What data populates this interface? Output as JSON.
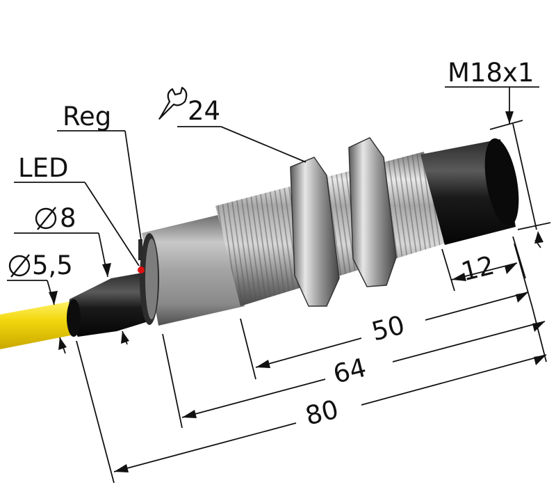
{
  "labels": {
    "thread": "M18x1",
    "wrench": "24",
    "reg": "Reg",
    "led": "LED",
    "dia_8": "8",
    "dia_5_5": "5,5"
  },
  "dimensions": {
    "d12": "12",
    "d50": "50",
    "d64": "64",
    "d80": "80"
  },
  "colors": {
    "cable": "#f2d80e",
    "cap": "#1a1a1a",
    "metal": "#b9b9b9",
    "led": "#e01010",
    "line": "#111111"
  },
  "icons": [
    "diameter-icon",
    "wrench-icon"
  ]
}
